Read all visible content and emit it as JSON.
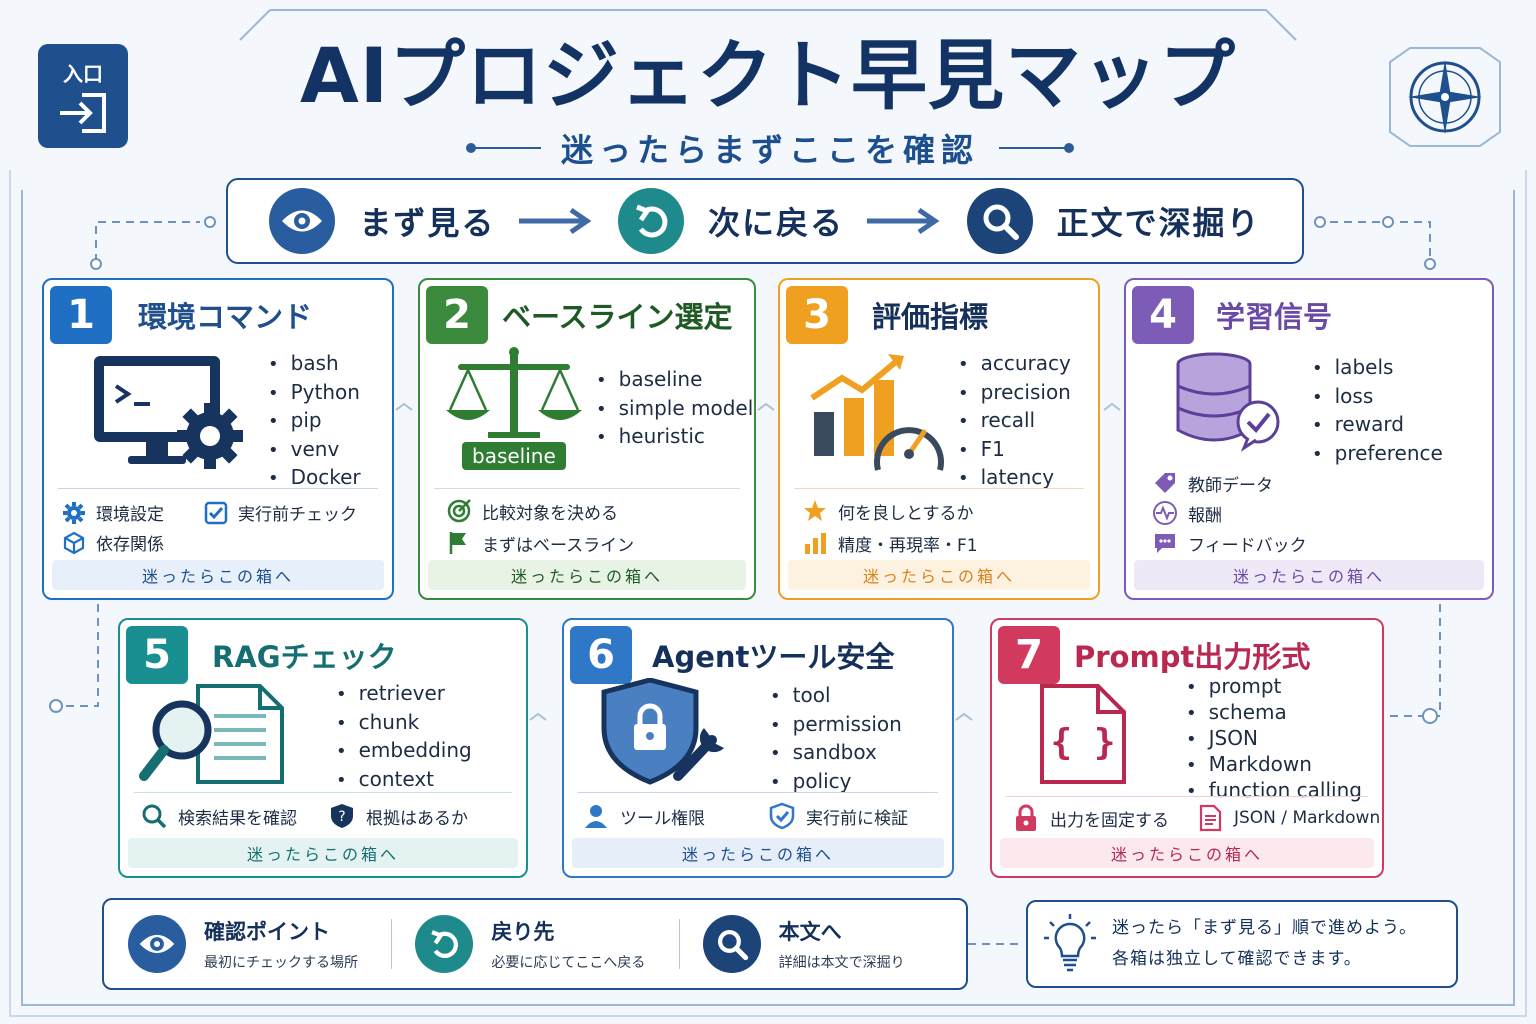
{
  "header": {
    "title": "AIプロジェクト早見マップ",
    "subtitle": "迷ったらまずここを確認",
    "entry_badge_label": "入口",
    "entry_badge_icon": "enter-icon",
    "corner_icon": "compass-icon"
  },
  "flow": {
    "steps": [
      {
        "label": "まず見る",
        "icon": "eye-icon"
      },
      {
        "label": "次に戻る",
        "icon": "return-arrow-icon"
      },
      {
        "label": "正文で深掘り",
        "icon": "magnifier-icon"
      }
    ],
    "arrow_icon": "right-arrow-icon"
  },
  "cards": [
    {
      "num": "1",
      "title": "環境コマンド",
      "color": "#1f6fc4",
      "keywords": [
        "bash",
        "Python",
        "pip",
        "venv",
        "Docker"
      ],
      "notes": [
        {
          "text": "環境設定",
          "icon": "gear-icon"
        },
        {
          "text": "実行前チェック",
          "icon": "checkbox-icon"
        },
        {
          "text": "依存関係",
          "icon": "package-icon"
        }
      ],
      "footer": "迷ったらこの箱へ",
      "illustration": "monitor-terminal-gear-icon"
    },
    {
      "num": "2",
      "title": "ベースライン選定",
      "color": "#3b8a3e",
      "keywords": [
        "baseline",
        "simple model",
        "heuristic"
      ],
      "illustration_label": "baseline",
      "notes": [
        {
          "text": "比較対象を決める",
          "icon": "target-icon"
        },
        {
          "text": "まずはベースライン",
          "icon": "flag-icon"
        }
      ],
      "footer": "迷ったらこの箱へ",
      "illustration": "scale-icon"
    },
    {
      "num": "3",
      "title": "評価指標",
      "color": "#f0a020",
      "keywords": [
        "accuracy",
        "precision",
        "recall",
        "F1",
        "latency"
      ],
      "notes": [
        {
          "text": "何を良しとするか",
          "icon": "star-icon"
        },
        {
          "text": "精度・再現率・F1",
          "icon": "bar-chart-icon"
        }
      ],
      "footer": "迷ったらこの箱へ",
      "illustration": "chart-gauge-icon"
    },
    {
      "num": "4",
      "title": "学習信号",
      "color": "#7d5cb8",
      "keywords": [
        "labels",
        "loss",
        "reward",
        "preference"
      ],
      "notes": [
        {
          "text": "教師データ",
          "icon": "tag-icon"
        },
        {
          "text": "報酬",
          "icon": "pulse-icon"
        },
        {
          "text": "フィードバック",
          "icon": "chat-icon"
        }
      ],
      "footer": "迷ったらこの箱へ",
      "illustration": "database-check-icon"
    },
    {
      "num": "5",
      "title": "RAGチェック",
      "color": "#1a8f92",
      "keywords": [
        "retriever",
        "chunk",
        "embedding",
        "context"
      ],
      "notes": [
        {
          "text": "検索結果を確認",
          "icon": "search-icon"
        },
        {
          "text": "根拠はあるか",
          "icon": "shield-question-icon"
        }
      ],
      "footer": "迷ったらこの箱へ",
      "illustration": "document-search-icon"
    },
    {
      "num": "6",
      "title": "Agentツール安全",
      "color": "#2f78c8",
      "keywords": [
        "tool",
        "permission",
        "sandbox",
        "policy"
      ],
      "notes": [
        {
          "text": "ツール権限",
          "icon": "user-icon"
        },
        {
          "text": "実行前に検証",
          "icon": "shield-check-icon"
        }
      ],
      "footer": "迷ったらこの箱へ",
      "illustration": "shield-lock-wrench-icon"
    },
    {
      "num": "7",
      "title": "Prompt出力形式",
      "color": "#d2395f",
      "keywords": [
        "prompt",
        "schema",
        "JSON",
        "Markdown",
        "function calling"
      ],
      "notes": [
        {
          "text": "出力を固定する",
          "icon": "lock-icon"
        },
        {
          "text": "JSON / Markdown",
          "icon": "document-icon"
        }
      ],
      "footer": "迷ったらこの箱へ",
      "illustration": "braces-document-icon"
    }
  ],
  "legend": [
    {
      "title": "確認ポイント",
      "desc": "最初にチェックする場所",
      "icon": "eye-icon"
    },
    {
      "title": "戻り先",
      "desc": "必要に応じてここへ戻る",
      "icon": "return-arrow-icon"
    },
    {
      "title": "本文へ",
      "desc": "詳細は本文で深掘り",
      "icon": "magnifier-icon"
    }
  ],
  "tip": {
    "line1": "迷ったら「まず見る」順で進めよう。",
    "line2": "各箱は独立して確認できます。",
    "icon": "lightbulb-icon"
  }
}
